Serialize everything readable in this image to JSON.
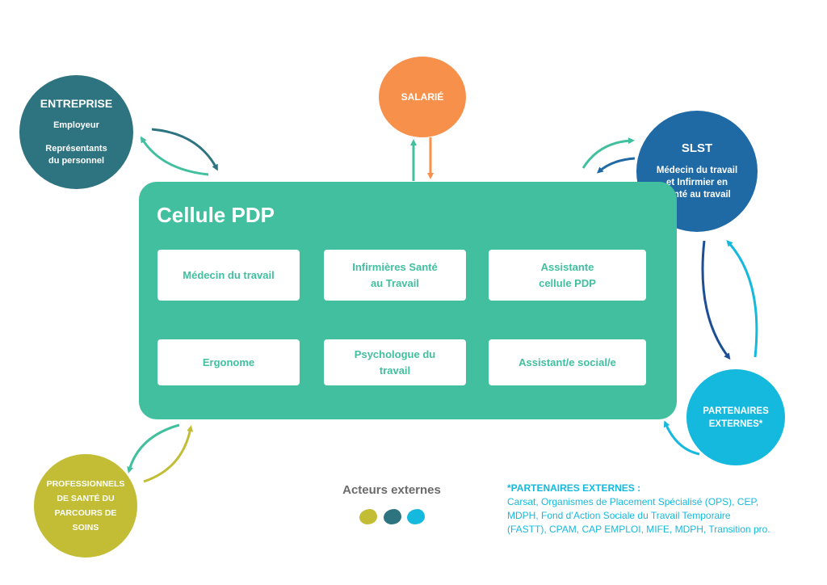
{
  "colors": {
    "entreprise": "#2e7480",
    "salarie": "#f7904a",
    "slst": "#1f6aa5",
    "partenaires": "#16b9de",
    "professionnels": "#c2bd34",
    "cellule": "#41bf9f",
    "arrow_green": "#41bf9f",
    "arrow_teal": "#2e7480"
  },
  "entreprise": {
    "title": "ENTREPRISE",
    "line1": "Employeur",
    "line2": "Représentants",
    "line3": "du personnel"
  },
  "salarie": {
    "label": "SALARIÉ"
  },
  "slst": {
    "title": "SLST",
    "line1": "Médecin du travail",
    "line2": "et Infirmier en",
    "line3": "santé au travail"
  },
  "partenaires": {
    "line1": "PARTENAIRES",
    "line2": "EXTERNES*"
  },
  "professionnels": {
    "line1": "PROFESSIONNELS",
    "line2": "DE SANTÉ DU",
    "line3": "PARCOURS DE",
    "line4": "SOINS"
  },
  "cellule": {
    "title": "Cellule PDP",
    "roles": [
      {
        "line1": "Médecin du travail",
        "line2": ""
      },
      {
        "line1": "Infirmières Santé",
        "line2": "au Travail"
      },
      {
        "line1": "Assistante",
        "line2": "cellule PDP"
      },
      {
        "line1": "Ergonome",
        "line2": ""
      },
      {
        "line1": "Psychologue du",
        "line2": "travail"
      },
      {
        "line1": "Assistant/e social/e",
        "line2": ""
      }
    ]
  },
  "legend": {
    "title": "Acteurs externes",
    "colors": [
      "#c2bd34",
      "#2e7480",
      "#16b9de"
    ]
  },
  "note": {
    "title": "*PARTENAIRES EXTERNES :",
    "line1": "Carsat, Organismes de Placement Spécialisé (OPS), CEP,",
    "line2": "MDPH, Fond d’Action Sociale du Travail Temporaire",
    "line3": "(FASTT), CPAM, CAP EMPLOI, MIFE, MDPH, Transition pro."
  }
}
